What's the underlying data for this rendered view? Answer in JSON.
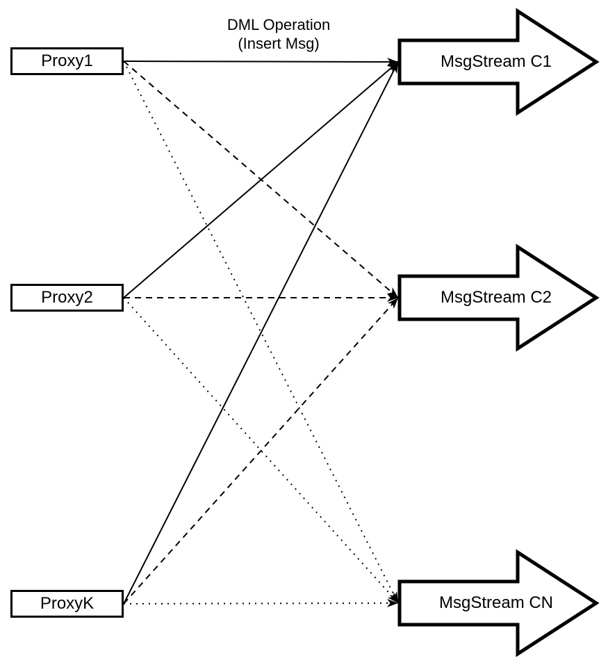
{
  "diagram": {
    "type": "flow-diagram",
    "background_color": "#ffffff",
    "stroke_color": "#000000",
    "title": {
      "line1": "DML Operation",
      "line2": "(Insert Msg)"
    },
    "proxies": [
      {
        "id": "Proxy1",
        "label": "Proxy1"
      },
      {
        "id": "Proxy2",
        "label": "Proxy2"
      },
      {
        "id": "ProxyK",
        "label": "ProxyK"
      }
    ],
    "streams": [
      {
        "id": "C1",
        "label": "MsgStream C1"
      },
      {
        "id": "C2",
        "label": "MsgStream C2"
      },
      {
        "id": "CN",
        "label": "MsgStream CN"
      }
    ],
    "edges": [
      {
        "from": "Proxy1",
        "to": "MsgStream C1",
        "line_style": "solid"
      },
      {
        "from": "Proxy2",
        "to": "MsgStream C1",
        "line_style": "solid"
      },
      {
        "from": "ProxyK",
        "to": "MsgStream C1",
        "line_style": "solid"
      },
      {
        "from": "Proxy1",
        "to": "MsgStream C2",
        "line_style": "dashed"
      },
      {
        "from": "Proxy2",
        "to": "MsgStream C2",
        "line_style": "dashed"
      },
      {
        "from": "ProxyK",
        "to": "MsgStream C2",
        "line_style": "dashed"
      },
      {
        "from": "Proxy1",
        "to": "MsgStream CN",
        "line_style": "dotted"
      },
      {
        "from": "Proxy2",
        "to": "MsgStream CN",
        "line_style": "dotted"
      },
      {
        "from": "ProxyK",
        "to": "MsgStream CN",
        "line_style": "dotted"
      }
    ]
  }
}
